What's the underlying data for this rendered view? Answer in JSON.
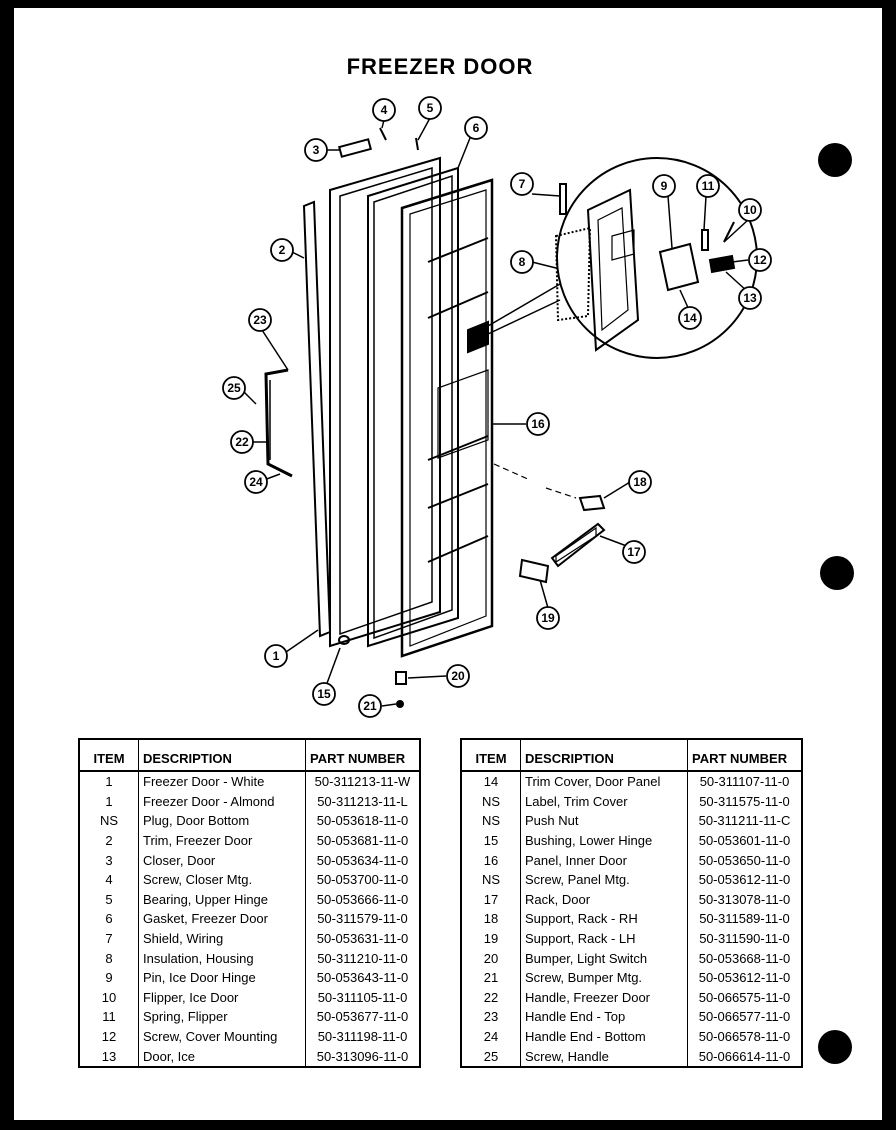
{
  "title": "FREEZER DOOR",
  "callouts": [
    "1",
    "2",
    "3",
    "4",
    "5",
    "6",
    "7",
    "8",
    "9",
    "10",
    "11",
    "12",
    "13",
    "14",
    "15",
    "16",
    "17",
    "18",
    "19",
    "20",
    "21",
    "22",
    "23",
    "24",
    "25"
  ],
  "table_headers": {
    "item": "ITEM",
    "description": "DESCRIPTION",
    "part_number": "PART NUMBER"
  },
  "left_rows": [
    {
      "item": "1",
      "description": "Freezer Door - White",
      "part": "50-311213-11-W"
    },
    {
      "item": "1",
      "description": "Freezer Door - Almond",
      "part": "50-311213-11-L"
    },
    {
      "item": "NS",
      "description": "Plug, Door Bottom",
      "part": "50-053618-11-0"
    },
    {
      "item": "2",
      "description": "Trim, Freezer Door",
      "part": "50-053681-11-0"
    },
    {
      "item": "3",
      "description": "Closer, Door",
      "part": "50-053634-11-0"
    },
    {
      "item": "4",
      "description": "Screw, Closer Mtg.",
      "part": "50-053700-11-0"
    },
    {
      "item": "5",
      "description": "Bearing, Upper Hinge",
      "part": "50-053666-11-0"
    },
    {
      "item": "6",
      "description": "Gasket, Freezer Door",
      "part": "50-311579-11-0"
    },
    {
      "item": "7",
      "description": "Shield, Wiring",
      "part": "50-053631-11-0"
    },
    {
      "item": "8",
      "description": "Insulation, Housing",
      "part": "50-311210-11-0"
    },
    {
      "item": "9",
      "description": "Pin, Ice Door Hinge",
      "part": "50-053643-11-0"
    },
    {
      "item": "10",
      "description": "Flipper, Ice Door",
      "part": "50-311105-11-0"
    },
    {
      "item": "11",
      "description": "Spring, Flipper",
      "part": "50-053677-11-0"
    },
    {
      "item": "12",
      "description": "Screw, Cover Mounting",
      "part": "50-311198-11-0"
    },
    {
      "item": "13",
      "description": "Door, Ice",
      "part": "50-313096-11-0"
    }
  ],
  "right_rows": [
    {
      "item": "14",
      "description": "Trim Cover, Door Panel",
      "part": "50-311107-11-0"
    },
    {
      "item": "NS",
      "description": "Label, Trim Cover",
      "part": "50-311575-11-0"
    },
    {
      "item": "NS",
      "description": "Push Nut",
      "part": "50-311211-11-C"
    },
    {
      "item": "15",
      "description": "Bushing, Lower Hinge",
      "part": "50-053601-11-0"
    },
    {
      "item": "16",
      "description": "Panel, Inner Door",
      "part": "50-053650-11-0"
    },
    {
      "item": "NS",
      "description": "Screw, Panel Mtg.",
      "part": "50-053612-11-0"
    },
    {
      "item": "17",
      "description": "Rack, Door",
      "part": "50-313078-11-0"
    },
    {
      "item": "18",
      "description": "Support, Rack - RH",
      "part": "50-311589-11-0"
    },
    {
      "item": "19",
      "description": "Support, Rack - LH",
      "part": "50-311590-11-0"
    },
    {
      "item": "20",
      "description": "Bumper, Light Switch",
      "part": "50-053668-11-0"
    },
    {
      "item": "21",
      "description": "Screw, Bumper Mtg.",
      "part": "50-053612-11-0"
    },
    {
      "item": "22",
      "description": "Handle, Freezer Door",
      "part": "50-066575-11-0"
    },
    {
      "item": "23",
      "description": "Handle End - Top",
      "part": "50-066577-11-0"
    },
    {
      "item": "24",
      "description": "Handle End - Bottom",
      "part": "50-066578-11-0"
    },
    {
      "item": "25",
      "description": "Screw, Handle",
      "part": "50-066614-11-0"
    }
  ],
  "colors": {
    "ink": "#000000",
    "paper": "#ffffff"
  }
}
